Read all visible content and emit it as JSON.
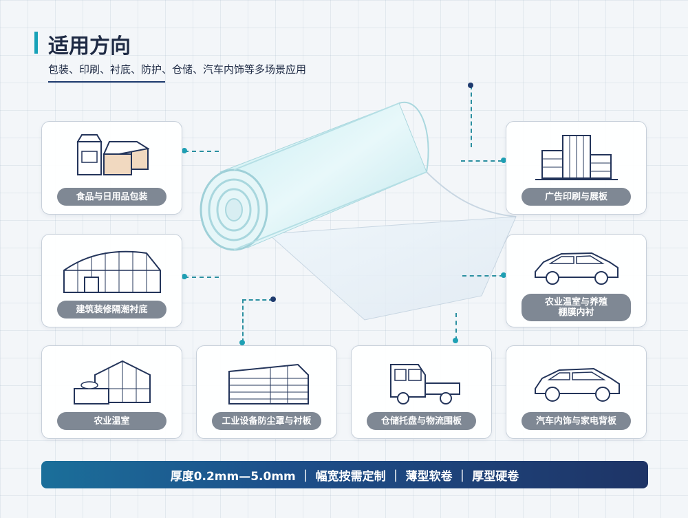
{
  "header": {
    "title": "适用方向",
    "subtitle": "包装、印刷、衬底、防护、仓储、汽车内饰等多场景应用"
  },
  "cards": {
    "food_packaging": "食品与日用品包装",
    "building": "建筑装修隔潮衬底",
    "agri_greenhouse": "农业温室",
    "industrial": "工业设备防尘罩与衬板",
    "warehouse": "仓储托盘与物流围板",
    "auto_interior": "汽车内饰与家电背板",
    "agri_livestock": "农业温室与养殖\n棚膜内衬",
    "advertising": "广告印刷与展板"
  },
  "footer": {
    "specs": "厚度0.2mm—5.0mm ｜ 幅宽按需定制 ｜ 薄型软卷 ｜ 厚型硬卷"
  },
  "colors": {
    "accent": "#17a2b8",
    "navy": "#1e2a44",
    "pill": "#7f8894"
  },
  "icons": {
    "food_packaging": "packaging-boxes-icon",
    "building": "greenhouse-building-icon",
    "agri_greenhouse": "small-greenhouse-icon",
    "industrial": "covered-equipment-icon",
    "warehouse": "truck-icon",
    "auto_interior": "suv-car-icon",
    "agri_livestock": "car-icon",
    "advertising": "city-buildings-icon"
  }
}
